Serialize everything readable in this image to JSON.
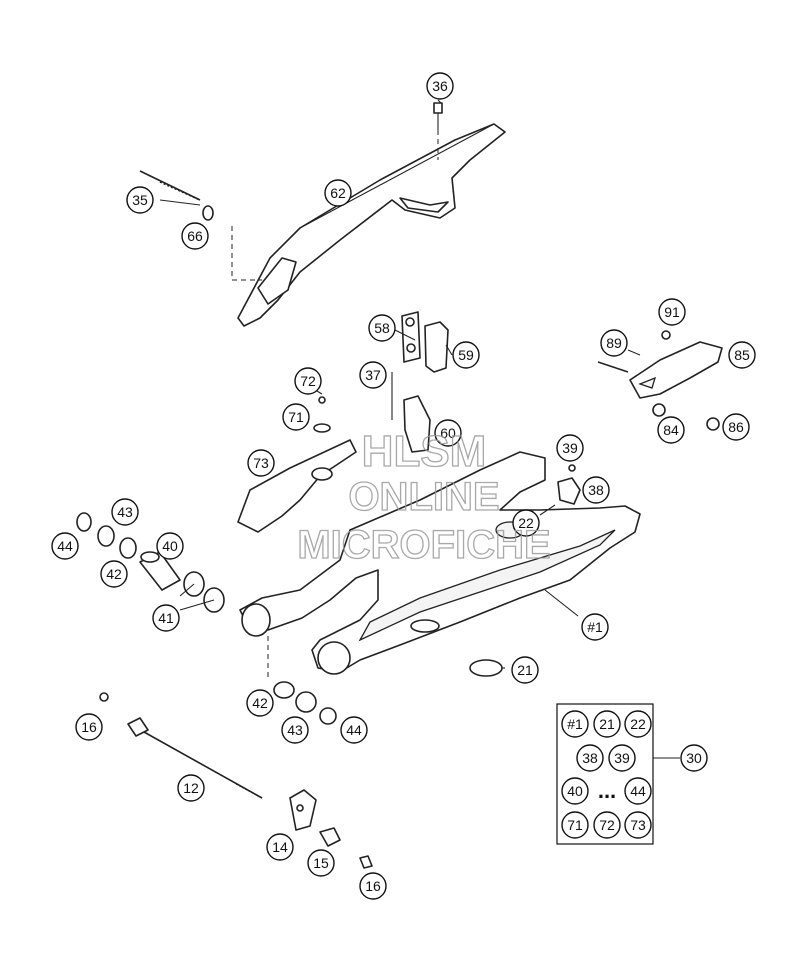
{
  "callouts": [
    {
      "label": "36"
    },
    {
      "label": "35"
    },
    {
      "label": "62"
    },
    {
      "label": "66"
    },
    {
      "label": "58"
    },
    {
      "label": "59"
    },
    {
      "label": "91"
    },
    {
      "label": "89"
    },
    {
      "label": "85"
    },
    {
      "label": "84"
    },
    {
      "label": "86"
    },
    {
      "label": "72"
    },
    {
      "label": "37"
    },
    {
      "label": "71"
    },
    {
      "label": "60"
    },
    {
      "label": "73"
    },
    {
      "label": "39"
    },
    {
      "label": "38"
    },
    {
      "label": "43"
    },
    {
      "label": "44"
    },
    {
      "label": "40"
    },
    {
      "label": "22"
    },
    {
      "label": "42"
    },
    {
      "label": "41"
    },
    {
      "label": "#1"
    },
    {
      "label": "21"
    },
    {
      "label": "42"
    },
    {
      "label": "43"
    },
    {
      "label": "44"
    },
    {
      "label": "16"
    },
    {
      "label": "12"
    },
    {
      "label": "14"
    },
    {
      "label": "15"
    },
    {
      "label": "16"
    },
    {
      "label": "30"
    }
  ],
  "kit_legend": {
    "items": [
      {
        "label": "#1"
      },
      {
        "label": "21"
      },
      {
        "label": "22"
      },
      {
        "label": "38"
      },
      {
        "label": "39"
      },
      {
        "label": "40"
      },
      {
        "label": "44"
      },
      {
        "label": "71"
      },
      {
        "label": "72"
      },
      {
        "label": "73"
      }
    ],
    "ellipsis": "..."
  },
  "watermark": {
    "line1": "HLSM",
    "line2": "ONLINE",
    "line3": "MICROFICHE"
  }
}
